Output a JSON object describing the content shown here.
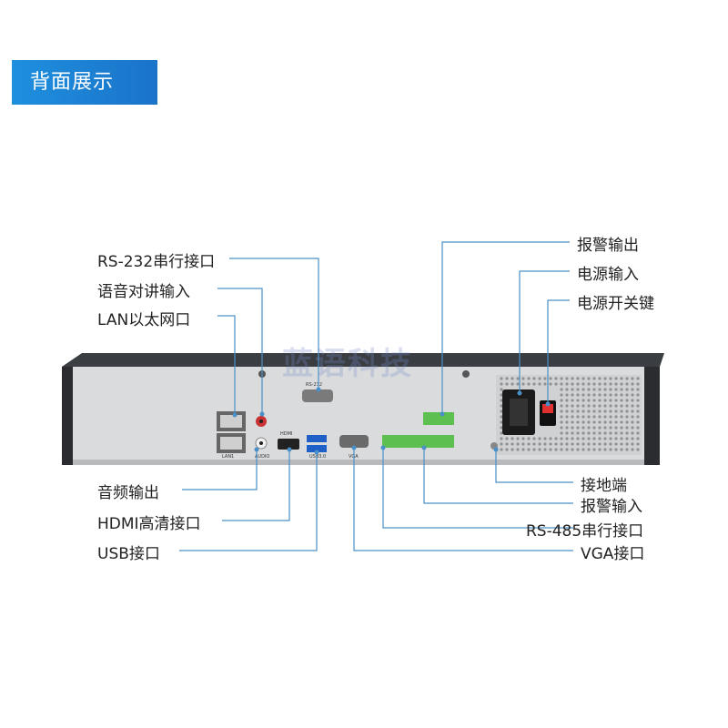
{
  "banner": {
    "title": "背面展示"
  },
  "watermark": "蓝语科技",
  "labels_left": {
    "rs232": "RS-232串行接口",
    "audio_in": "语音对讲输入",
    "lan": "LAN以太网口",
    "audio_out": "音频输出",
    "hdmi": "HDMI高清接口",
    "usb": "USB接口"
  },
  "labels_right": {
    "alarm_out": "报警输出",
    "power_in": "电源输入",
    "power_switch": "电源开关键",
    "ground": "接地端",
    "alarm_in": "报警输入",
    "rs485": "RS-485串行接口",
    "vga": "VGA接口"
  },
  "panel_text": {
    "lan1": "LAN1",
    "audio": "AUDIO",
    "hdmi": "HDMI",
    "usb": "USB3.0",
    "vga": "VGA",
    "rs232": "RS-232"
  },
  "colors": {
    "line": "#4a90c8",
    "banner": "#1f8fde",
    "terminal": "#5cbf4f"
  }
}
